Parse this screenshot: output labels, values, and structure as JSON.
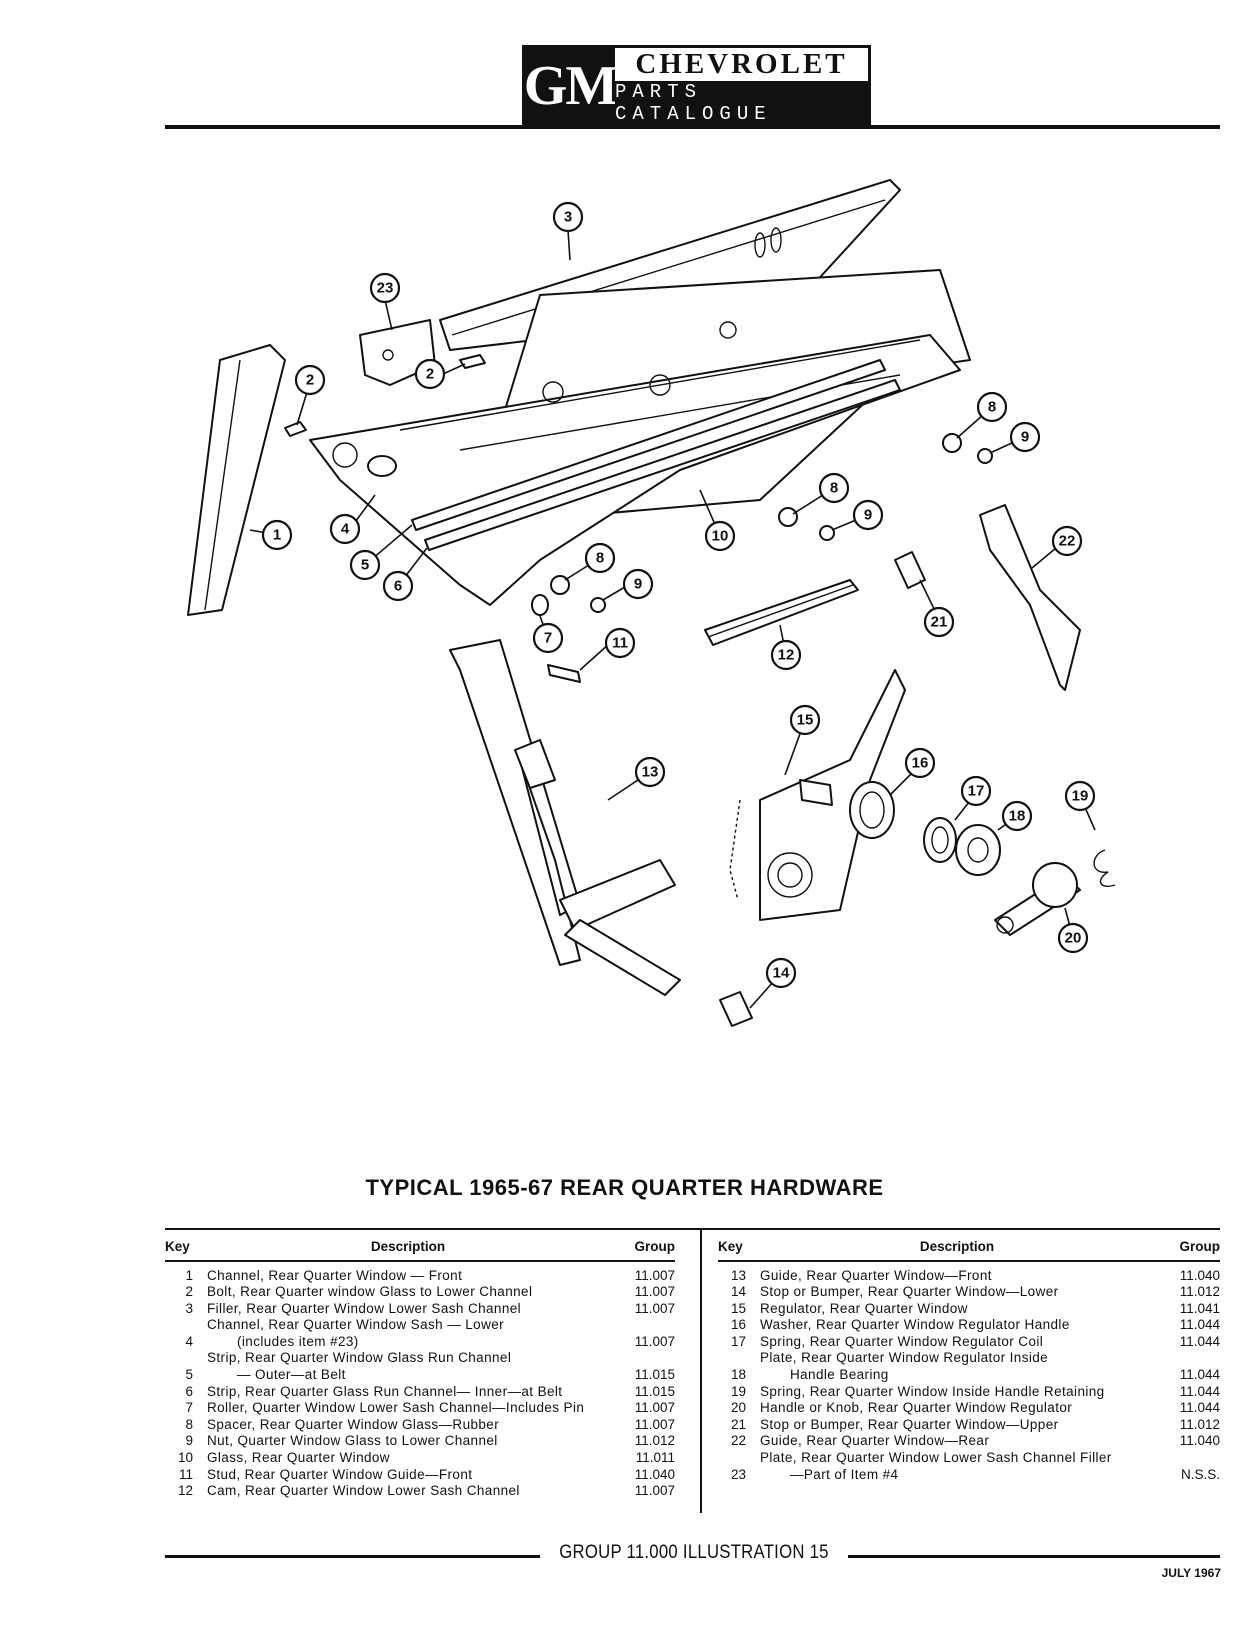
{
  "header": {
    "logo_gm": "GM",
    "brand": "CHEVROLET",
    "subtitle": "PARTS CATALOGUE"
  },
  "diagram": {
    "callouts": [
      "1",
      "2",
      "2",
      "3",
      "4",
      "5",
      "6",
      "7",
      "8",
      "8",
      "8",
      "9",
      "9",
      "9",
      "10",
      "11",
      "12",
      "13",
      "14",
      "15",
      "16",
      "17",
      "18",
      "19",
      "20",
      "21",
      "22",
      "23"
    ]
  },
  "title": "TYPICAL 1965-67 REAR QUARTER HARDWARE",
  "table": {
    "headers": {
      "key": "Key",
      "description": "Description",
      "group": "Group"
    },
    "left": [
      {
        "key": "1",
        "description": "Channel, Rear Quarter Window — Front",
        "group": "11.007"
      },
      {
        "key": "2",
        "description": "Bolt, Rear Quarter window Glass to Lower Channel",
        "group": "11.007"
      },
      {
        "key": "3",
        "description": "Filler, Rear Quarter Window Lower Sash Channel",
        "group": "11.007"
      },
      {
        "key": "4",
        "description": "Channel, Rear Quarter Window Sash — Lower",
        "description2": "(includes item #23)",
        "group": "11.007"
      },
      {
        "key": "5",
        "description": "Strip, Rear Quarter Window Glass Run Channel",
        "description2": "— Outer—at Belt",
        "group": "11.015"
      },
      {
        "key": "6",
        "description": "Strip, Rear Quarter Glass Run Channel— Inner—at Belt",
        "group": "11.015"
      },
      {
        "key": "7",
        "description": "Roller, Quarter Window Lower Sash Channel—Includes Pin",
        "group": "11.007"
      },
      {
        "key": "8",
        "description": "Spacer, Rear Quarter Window Glass—Rubber",
        "group": "11.007"
      },
      {
        "key": "9",
        "description": "Nut, Quarter Window Glass to Lower Channel",
        "group": "11.012"
      },
      {
        "key": "10",
        "description": "Glass, Rear Quarter Window",
        "group": "11.011"
      },
      {
        "key": "11",
        "description": "Stud, Rear Quarter Window Guide—Front",
        "group": "11.040"
      },
      {
        "key": "12",
        "description": "Cam, Rear Quarter Window Lower Sash Channel",
        "group": "11.007"
      }
    ],
    "right": [
      {
        "key": "13",
        "description": "Guide, Rear Quarter Window—Front",
        "group": "11.040"
      },
      {
        "key": "14",
        "description": "Stop or Bumper, Rear Quarter Window—Lower",
        "group": "11.012"
      },
      {
        "key": "15",
        "description": "Regulator, Rear Quarter Window",
        "group": "11.041"
      },
      {
        "key": "16",
        "description": "Washer, Rear Quarter Window Regulator Handle",
        "group": "11.044"
      },
      {
        "key": "17",
        "description": "Spring, Rear Quarter Window Regulator Coil",
        "group": "11.044"
      },
      {
        "key": "18",
        "description": "Plate, Rear Quarter Window Regulator Inside",
        "description2": "Handle Bearing",
        "group": "11.044"
      },
      {
        "key": "19",
        "description": "Spring, Rear Quarter Window Inside Handle Retaining",
        "group": "11.044"
      },
      {
        "key": "20",
        "description": "Handle or Knob, Rear Quarter Window Regulator",
        "group": "11.044"
      },
      {
        "key": "21",
        "description": "Stop or Bumper, Rear Quarter Window—Upper",
        "group": "11.012"
      },
      {
        "key": "22",
        "description": "Guide, Rear Quarter Window—Rear",
        "group": "11.040"
      },
      {
        "key": "23",
        "description": "Plate, Rear Quarter Window Lower Sash Channel Filler",
        "description2": "—Part of Item #4",
        "group": "N.S.S."
      }
    ]
  },
  "footer": {
    "text": "GROUP 11.000 ILLUSTRATION 15",
    "date": "JULY 1967"
  }
}
